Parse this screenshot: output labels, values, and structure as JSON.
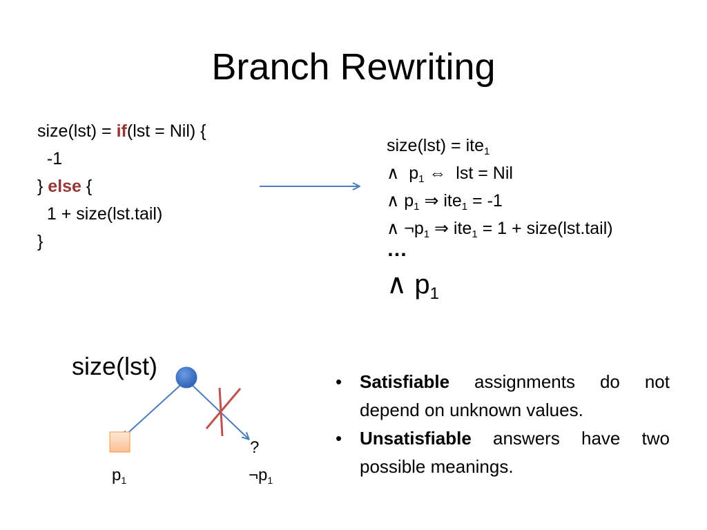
{
  "slide": {
    "title": "Branch Rewriting"
  },
  "code": {
    "line1_pre": "size(lst) = ",
    "line1_kw": "if",
    "line1_post": "(lst = Nil) {",
    "line2": "  -1",
    "line3_pre": "} ",
    "line3_kw": "else",
    "line3_post": " {",
    "line4": "  1 + size(lst.tail)",
    "line5": "}"
  },
  "formula": {
    "l1_a": "size(lst) = ite",
    "l1_sub": "1",
    "l2_a": "∧  p",
    "l2_sub": "1",
    "l2_b": " ⇔  lst = Nil",
    "l3_a": "∧ p",
    "l3_sub1": "1",
    "l3_b": " ⇒ ite",
    "l3_sub2": "1",
    "l3_c": " = -1",
    "l4_a": "∧ ¬p",
    "l4_sub1": "1",
    "l4_b": " ⇒ ite",
    "l4_sub2": "1",
    "l4_c": " = 1 + size(lst.tail)",
    "ellipsis": "…",
    "final_a": "∧ p",
    "final_sub": "1"
  },
  "tree": {
    "root_label": "size(lst)",
    "left_leaf": {
      "label": "p",
      "sub": "1"
    },
    "right_leaf": {
      "label": "¬p",
      "sub": "1",
      "unknown_marker": "?"
    }
  },
  "bullets": [
    {
      "bold": "Satisfiable",
      "rest": " assignments do not depend on unknown values."
    },
    {
      "bold": "Unsatisfiable",
      "rest": " answers have two possible meanings."
    }
  ],
  "colors": {
    "keyword": "#953735",
    "arrow": "#4a7ebb",
    "root_node": "#3a6fc4",
    "leaf_node": "#fbd5b5",
    "cross": "#c0504d"
  }
}
